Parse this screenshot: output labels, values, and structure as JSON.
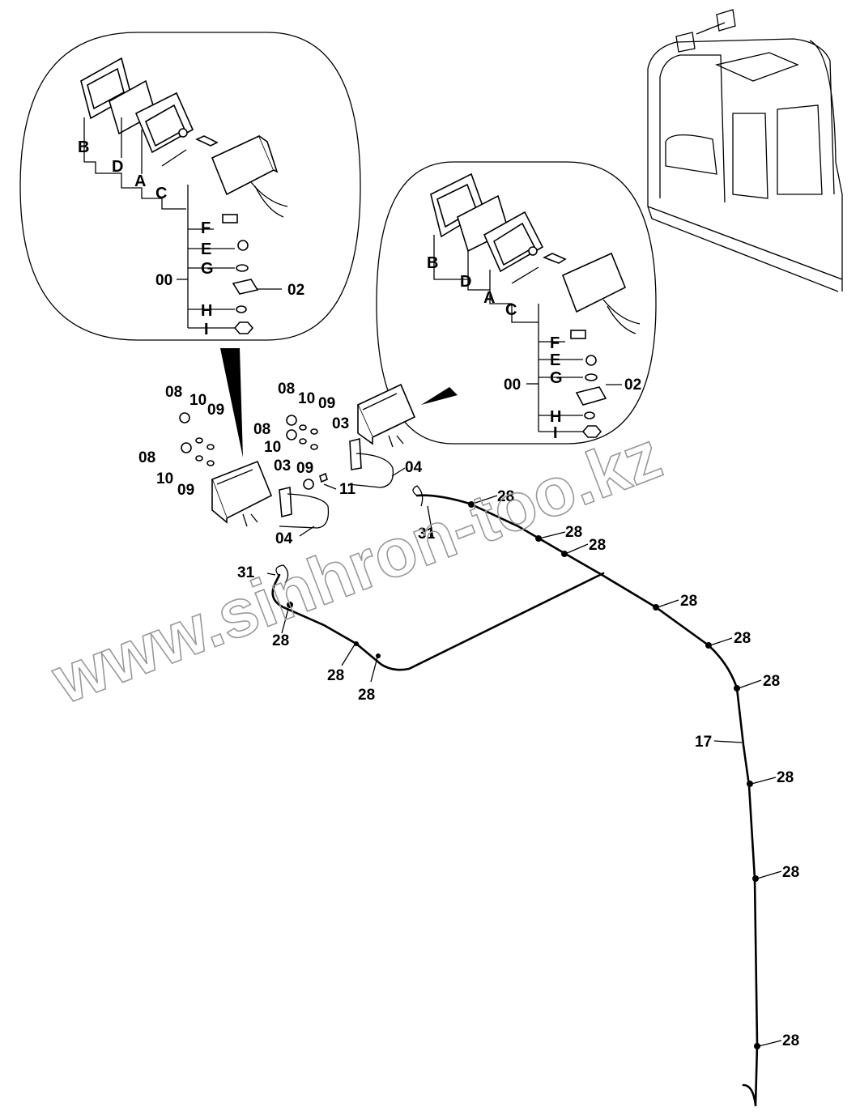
{
  "watermark": "www.sinhron-too.kz",
  "left_detail": {
    "letters": {
      "B": "B",
      "D": "D",
      "A": "A",
      "C": "C",
      "F": "F",
      "E": "E",
      "G": "G",
      "H": "H",
      "I": "I"
    },
    "assembly": "00",
    "bracket": "02"
  },
  "right_detail": {
    "letters": {
      "B": "B",
      "D": "D",
      "A": "A",
      "C": "C",
      "F": "F",
      "E": "E",
      "G": "G",
      "H": "H",
      "I": "I"
    },
    "assembly": "00",
    "bracket": "02"
  },
  "callouts": {
    "nut": "08",
    "washer_spring": "10",
    "washer_flat": "09",
    "bracket": "03",
    "u_bolt": "04",
    "bolt": "11",
    "harness": "17",
    "clip": "28",
    "tie": "31"
  }
}
